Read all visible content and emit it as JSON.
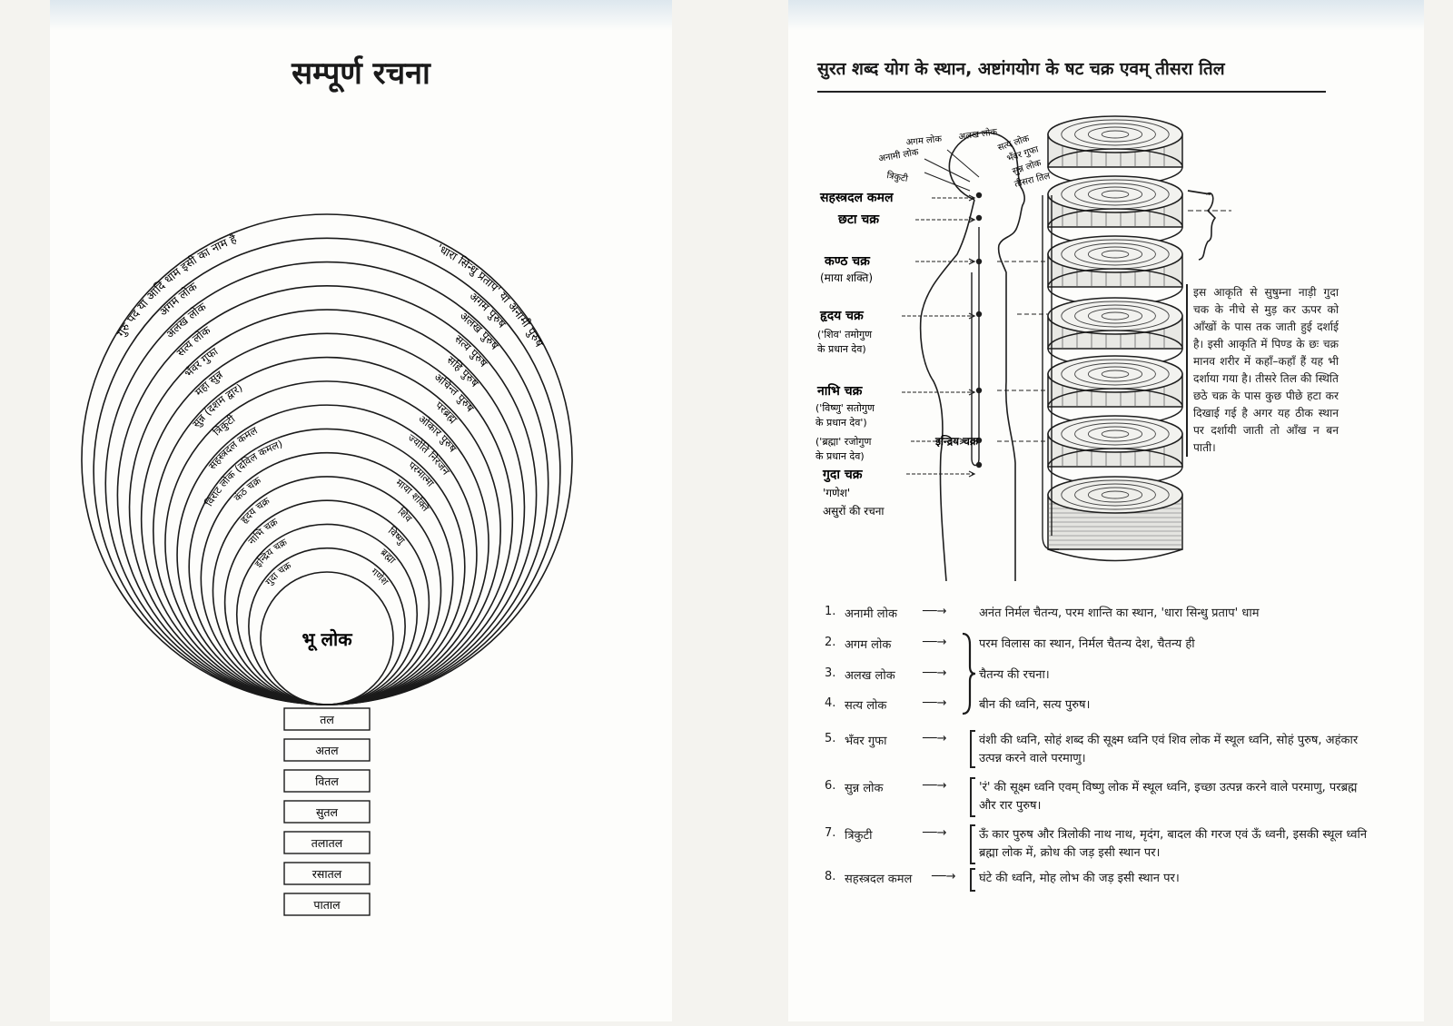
{
  "left": {
    "title": "सम्पूर्ण रचना",
    "center_label": "भू लोक",
    "left_labels": [
      "गुरु पद या आदि धाम इसी का नाम है",
      "अगम लोक",
      "अलख लोक",
      "सत्य लोक",
      "भँवर गुफा",
      "महा सुन्न",
      "सुन्न (दशम द्वार)",
      "त्रिकुटी",
      "सहस्त्रदल कमल",
      "विराट लोक (दविल कमल)",
      "कंठ चक्र",
      "हृदय चक्र",
      "नाभि चक्र",
      "इन्द्रिय चक्र",
      "गुदा चक्र"
    ],
    "right_labels": [
      "'धारा सिन्धु प्रताप' या अनामी पुरुष",
      "अगम पुरुष",
      "अलख पुरुष",
      "सत्य पुरुष",
      "सहि पुरुष",
      "अचिन्त पुरुष",
      "परब्रह्म",
      "ओंकार पुरुष",
      "ज्योति निरंजन",
      "परमात्मा",
      "माया शक्ति",
      "शिव",
      "विष्णु",
      "ब्रह्मा",
      "गणेश"
    ],
    "lower_realms": [
      "तल",
      "अतल",
      "वितल",
      "सुतल",
      "तलातल",
      "रसातल",
      "पाताल"
    ]
  },
  "right": {
    "title": "सुरत शब्द योग के स्थान, अष्टांगयोग के षट चक्र एवम् तीसरा तिल",
    "head_labels": [
      "अगम लोक",
      "अलख लोक",
      "अनामी लोक",
      "सत्य लोक",
      "भँवर गुफा",
      "त्रिकुटी",
      "सुन्न लोक",
      "तीसरा तिल"
    ],
    "body_labels": [
      "सहस्त्रदल कमल",
      "छटा चक्र",
      "कण्ठ चक्र",
      "(माया शक्ति)",
      "हृदय चक्र",
      "('शिव' तमोगुण",
      "के प्रधान देव)",
      "नाभि चक्र",
      "('विष्णु' सतोगुण",
      "के प्रधान देव')",
      "('ब्रह्मा' रजोगुण",
      "के प्रधान देव)",
      "इन्द्रिय चक्र",
      "गुदा चक्र",
      "'गणेश'",
      "असुरों की रचना"
    ],
    "paragraph": "इस आकृति से सुषुम्ना नाड़ी गुदा चक के नीचे से मुड़ कर ऊपर को आँखों के पास तक जाती हुई दर्शाई है। इसी आकृति में पिण्ड के छः चक्र मानव शरीर में कहाँ–कहाँ हैं यह भी दर्शाया गया है। तीसरे तिल की स्थिति छठे चक्र के पास कुछ पीछे हटा कर दिखाई गई है अगर यह ठीक स्थान पर दर्शायी जाती तो आँख न बन पाती।",
    "list": [
      {
        "num": "1.",
        "name": "अनामी लोक",
        "desc": "अनंत निर्मल चैतन्य, परम शान्ति का स्थान, 'धारा सिन्धु प्रताप' धाम"
      },
      {
        "num": "2.",
        "name": "अगम लोक",
        "desc": "परम विलास का स्थान, निर्मल चैतन्य देश, चैतन्य ही"
      },
      {
        "num": "3.",
        "name": "अलख लोक",
        "desc": "चैतन्य की रचना।"
      },
      {
        "num": "4.",
        "name": "सत्य लोक",
        "desc": "बीन की ध्वनि, सत्य पुरुष।"
      },
      {
        "num": "5.",
        "name": "भँवर गुफा",
        "desc": "वंशी की ध्वनि, सोहं शब्द की सूक्ष्म ध्वनि एवं शिव लोक में स्थूल ध्वनि, सोहं पुरुष, अहंकार उत्पन्न करने वाले परमाणु।"
      },
      {
        "num": "6.",
        "name": "सुन्न लोक",
        "desc": "'रं' की सूक्ष्म ध्वनि एवम् विष्णु लोक में स्थूल ध्वनि, इच्छा उत्पन्न करने वाले परमाणु, परब्रह्म और रार पुरुष।"
      },
      {
        "num": "7.",
        "name": "त्रिकुटी",
        "desc": "ऊँ कार पुरुष और त्रिलोकी नाथ नाथ, मृदंग, बादल की गरज एवं ऊँ ध्वनी, इसकी स्थूल ध्वनि ब्रह्मा लोक में, क्रोध की जड़ इसी स्थान पर।"
      },
      {
        "num": "8.",
        "name": "सहस्त्रदल कमल",
        "desc": "घंटे की ध्वनि, मोह लोभ की जड़ इसी स्थान पर।"
      }
    ]
  }
}
